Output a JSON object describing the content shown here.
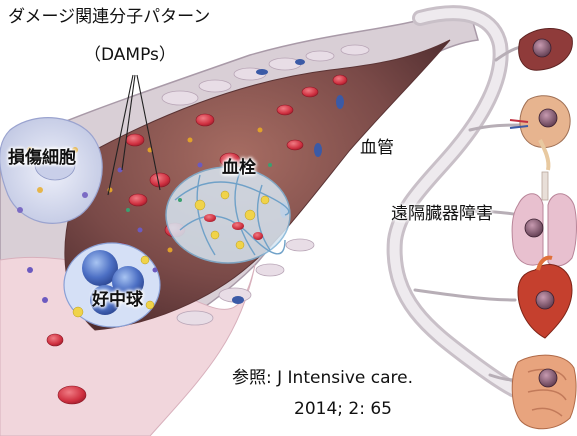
{
  "labels": {
    "damps_line1": "ダメージ関連分子パターン",
    "damps_line2": "（DAMPs）",
    "injured_cell": "損傷細胞",
    "thrombus": "血栓",
    "vessel": "血管",
    "remote_organ_damage": "遠隔臓器障害",
    "neutrophil": "好中球"
  },
  "citation": {
    "line1": "参照: J Intensive care.",
    "line2": "2014; 2: 65"
  },
  "organs": [
    {
      "name": "liver-icon"
    },
    {
      "name": "kidney-icon"
    },
    {
      "name": "lung-icon"
    },
    {
      "name": "heart-icon"
    },
    {
      "name": "intestine-icon"
    }
  ],
  "colors": {
    "vessel_wall": "#d9cfd6",
    "lumen": "#7a4a48",
    "rbc": "#cf3040",
    "neutrophil": "#4c6fc4",
    "thrombus": "#7fb3d6",
    "organ_badge": "#8a5a70"
  }
}
